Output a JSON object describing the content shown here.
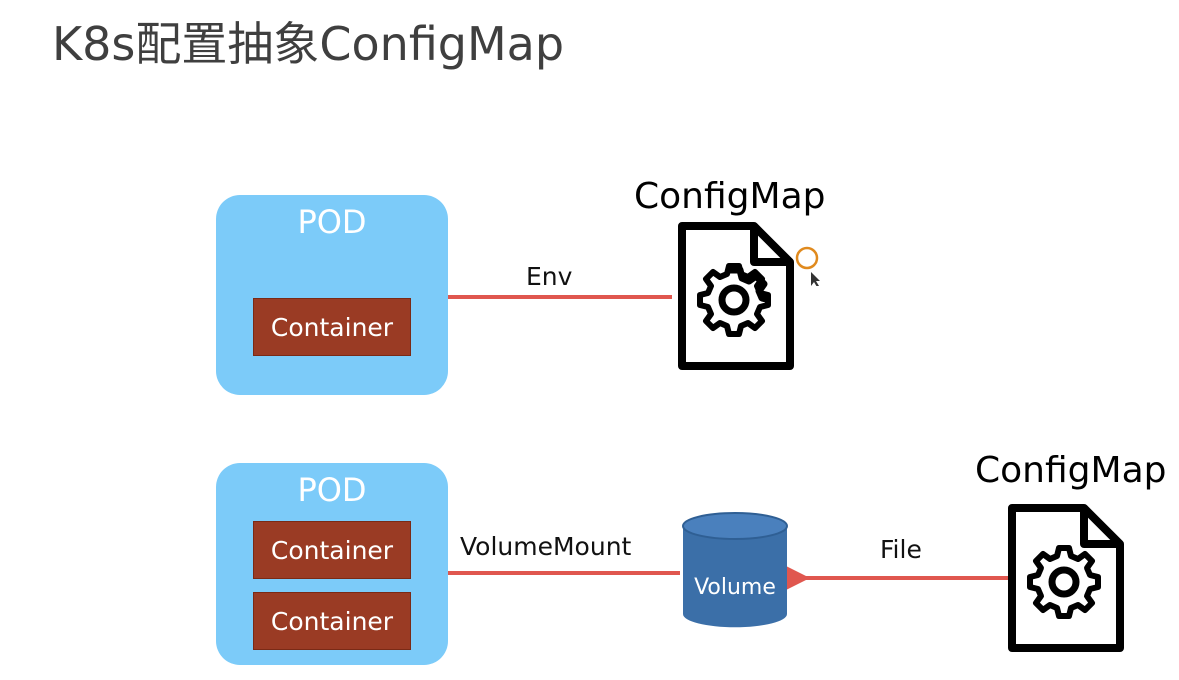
{
  "title": "K8s配置抽象ConfigMap",
  "top": {
    "pod_label": "POD",
    "container_label": "Container",
    "arrow_label": "Env",
    "configmap_label": "ConfigMap"
  },
  "bottom": {
    "pod_label": "POD",
    "containers": [
      "Container",
      "Container"
    ],
    "mount_label": "VolumeMount",
    "volume_label": "Volume",
    "file_label": "File",
    "configmap_label": "ConfigMap"
  },
  "colors": {
    "pod": "#7ccbf9",
    "container": "#9a3b24",
    "arrow": "#e0574f",
    "volume": "#3b6fa8"
  },
  "icons": [
    "config-file-gear-icon",
    "volume-cylinder-icon",
    "cursor-icon"
  ]
}
